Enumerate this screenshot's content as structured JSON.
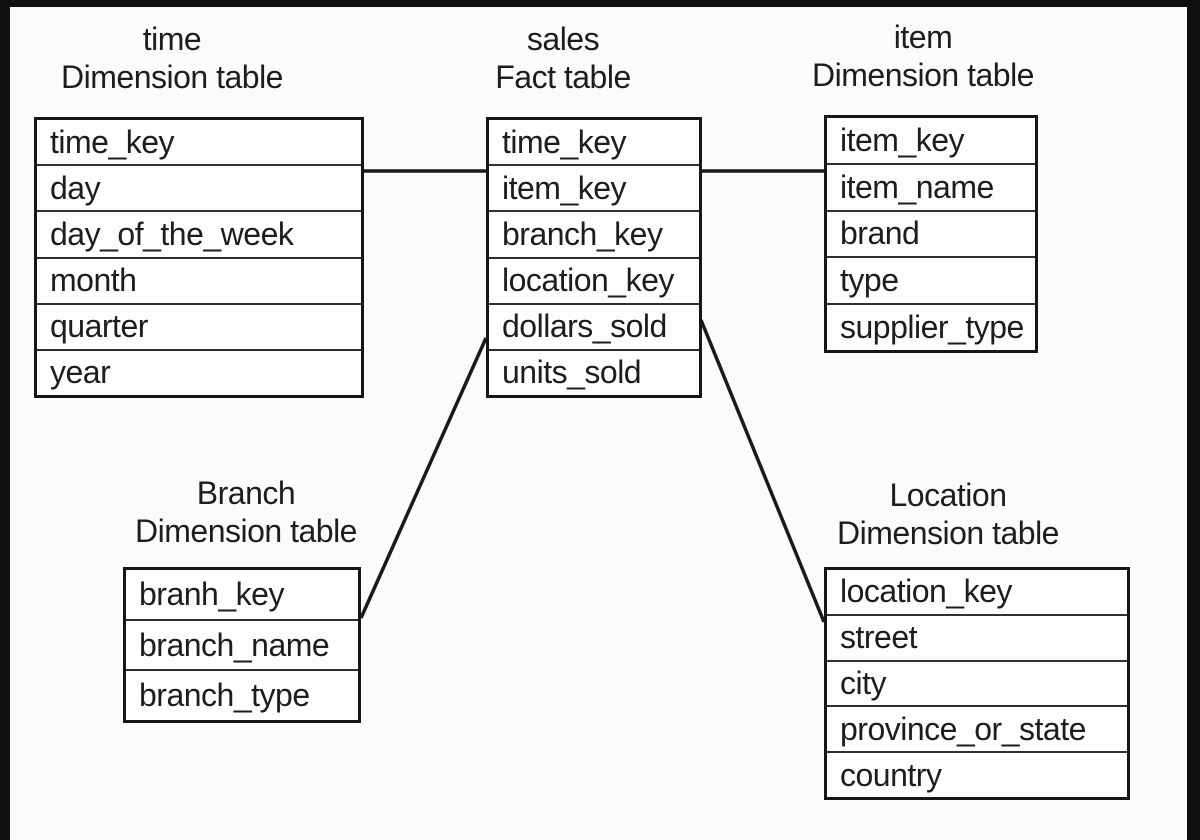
{
  "diagram": {
    "kind": "star-schema",
    "tables": [
      {
        "id": "time",
        "title_line1": "time",
        "title_line2": "Dimension table",
        "rows": [
          "time_key",
          "day",
          "day_of_the_week",
          "month",
          "quarter",
          "year"
        ]
      },
      {
        "id": "sales",
        "title_line1": "sales",
        "title_line2": "Fact table",
        "rows": [
          "time_key",
          "item_key",
          "branch_key",
          "location_key",
          "dollars_sold",
          "units_sold"
        ]
      },
      {
        "id": "item",
        "title_line1": "item",
        "title_line2": "Dimension table",
        "rows": [
          "item_key",
          "item_name",
          "brand",
          "type",
          "supplier_type"
        ]
      },
      {
        "id": "branch",
        "title_line1": "Branch",
        "title_line2": "Dimension table",
        "rows": [
          "branh_key",
          "branch_name",
          "branch_type"
        ]
      },
      {
        "id": "location",
        "title_line1": "Location",
        "title_line2": "Dimension table",
        "rows": [
          "location_key",
          "street",
          "city",
          "province_or_state",
          "country"
        ]
      }
    ],
    "connections": [
      {
        "from": "sales",
        "to": "time"
      },
      {
        "from": "sales",
        "to": "item"
      },
      {
        "from": "sales",
        "to": "branch"
      },
      {
        "from": "sales",
        "to": "location"
      }
    ],
    "colors": {
      "line": "#1a1a1a",
      "border": "#161616",
      "frame": "#101010",
      "background": "#fbfbfa",
      "text": "#1d1d1d"
    }
  }
}
